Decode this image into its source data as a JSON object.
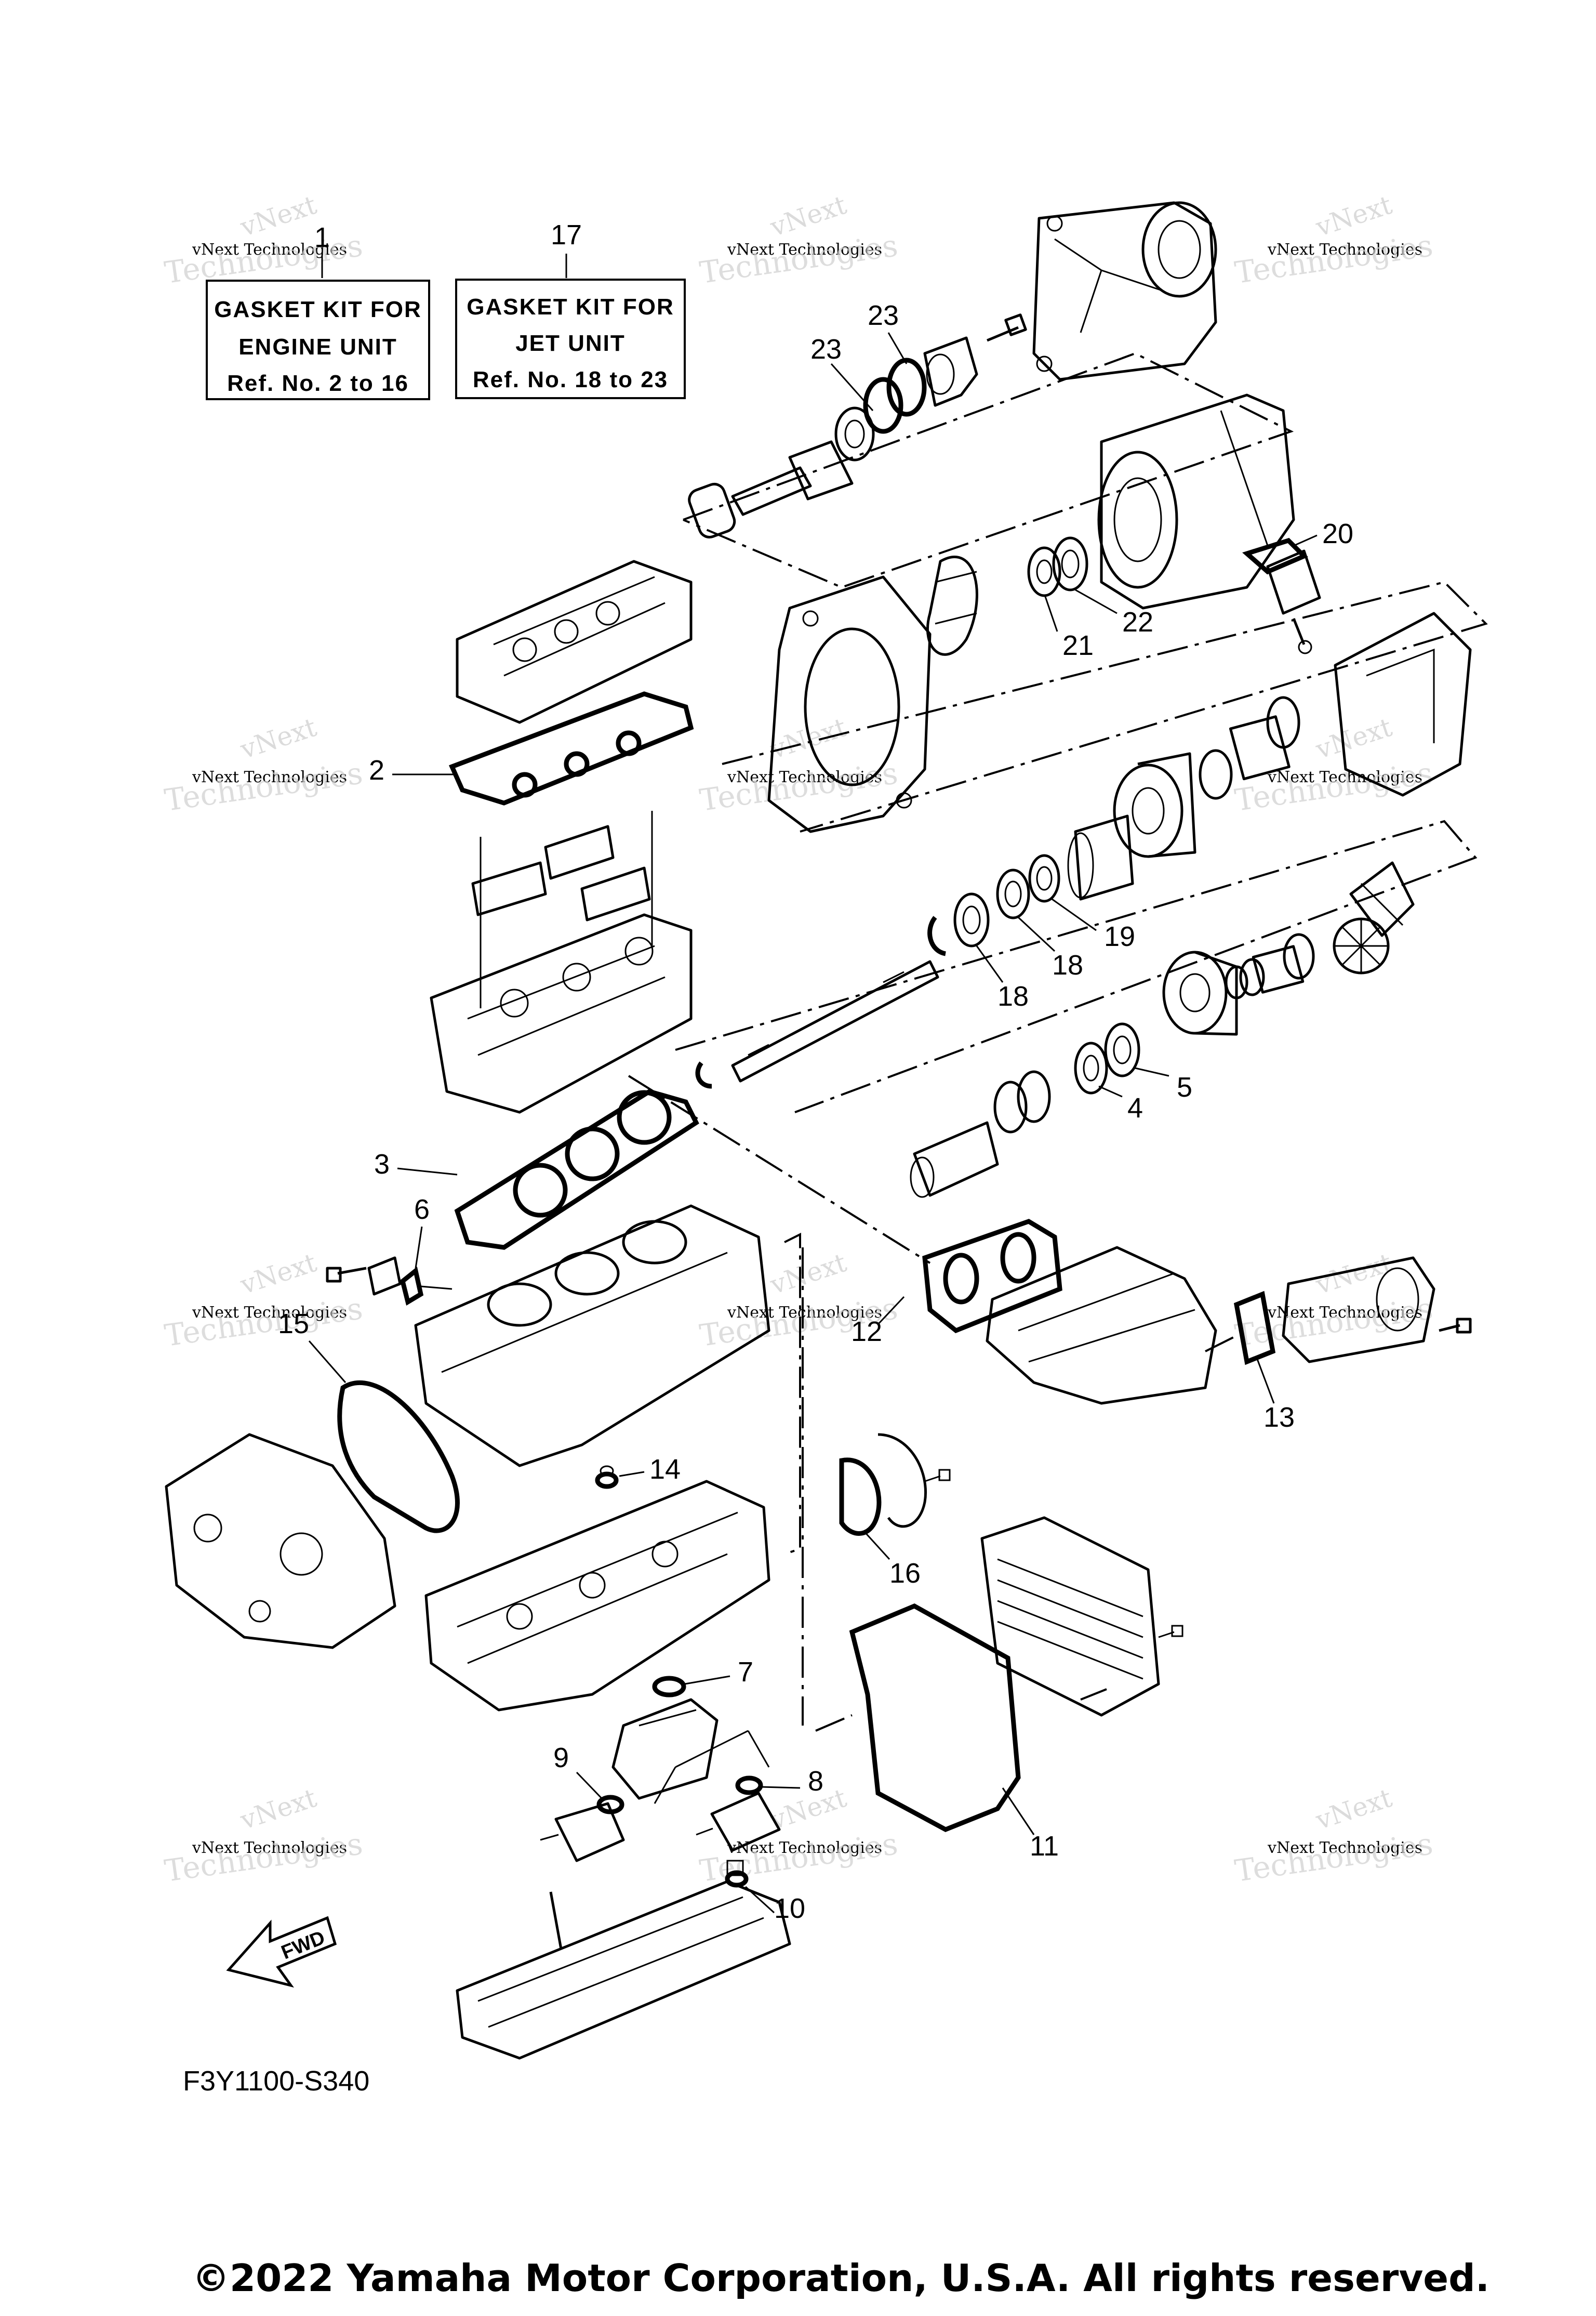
{
  "kits": [
    {
      "ref": "1",
      "line1": "GASKET KIT FOR",
      "line2": "ENGINE UNIT",
      "line3": "Ref. No. 2 to 16"
    },
    {
      "ref": "17",
      "line1": "GASKET KIT FOR",
      "line2": "JET UNIT",
      "line3": "Ref. No. 18 to 23"
    }
  ],
  "callouts": {
    "c2": "2",
    "c3": "3",
    "c4": "4",
    "c5": "5",
    "c6": "6",
    "c7": "7",
    "c8": "8",
    "c9": "9",
    "c10": "10",
    "c11": "11",
    "c12": "12",
    "c13": "13",
    "c14": "14",
    "c15": "15",
    "c16": "16",
    "c18a": "18",
    "c18b": "18",
    "c19": "19",
    "c20": "20",
    "c21": "21",
    "c22": "22",
    "c23a": "23",
    "c23b": "23"
  },
  "fwd_label": "FWD",
  "drawing_code": "F3Y1100-S340",
  "copyright": "©2022 Yamaha Motor Corporation, U.S.A. All rights reserved.",
  "watermark": {
    "brand": "vNext",
    "company": "vNext Technologies",
    "big": "Technologies"
  }
}
